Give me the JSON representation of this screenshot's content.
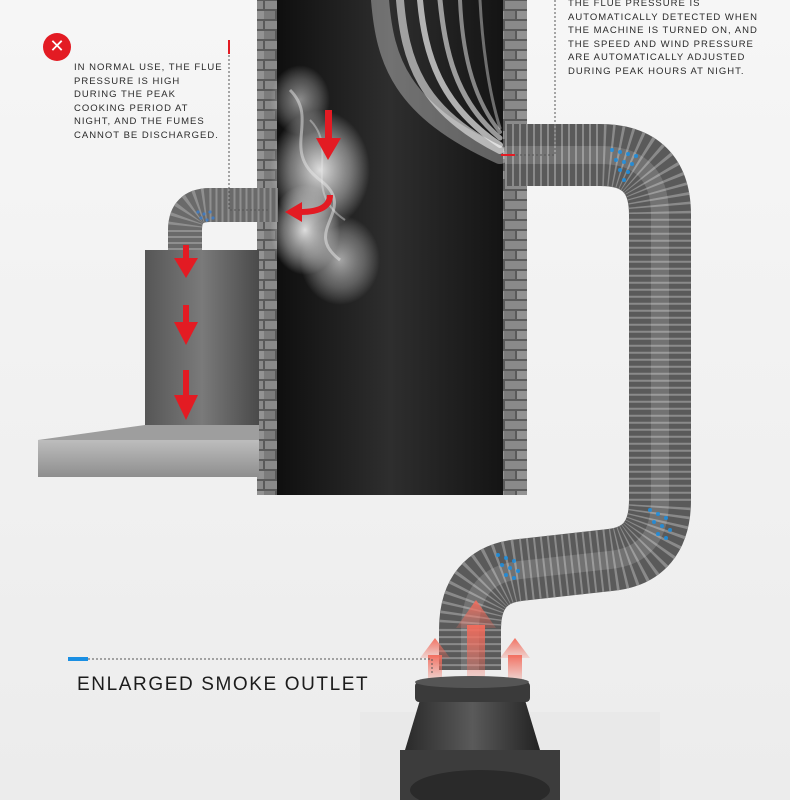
{
  "colors": {
    "accent_red": "#e31b23",
    "accent_blue": "#1a8fe3",
    "background": "#f2f2f2",
    "chimney": "#232323",
    "duct": "#6c6c6c"
  },
  "icons": {
    "problem_badge": "close-icon"
  },
  "callouts": {
    "problem": {
      "badge_glyph": "✕",
      "text": "IN NORMAL USE, THE FLUE PRESSURE IS HIGH DURING THE PEAK COOKING PERIOD AT NIGHT, AND THE FUMES CANNOT BE DISCHARGED."
    },
    "solution": {
      "text": "THE FLUE PRESSURE IS AUTOMATICALLY DETECTED WHEN THE MACHINE IS TURNED ON, AND THE SPEED AND WIND PRESSURE ARE AUTOMATICALLY ADJUSTED DURING PEAK HOURS AT NIGHT."
    }
  },
  "feature": {
    "label": "ENLARGED SMOKE OUTLET"
  }
}
